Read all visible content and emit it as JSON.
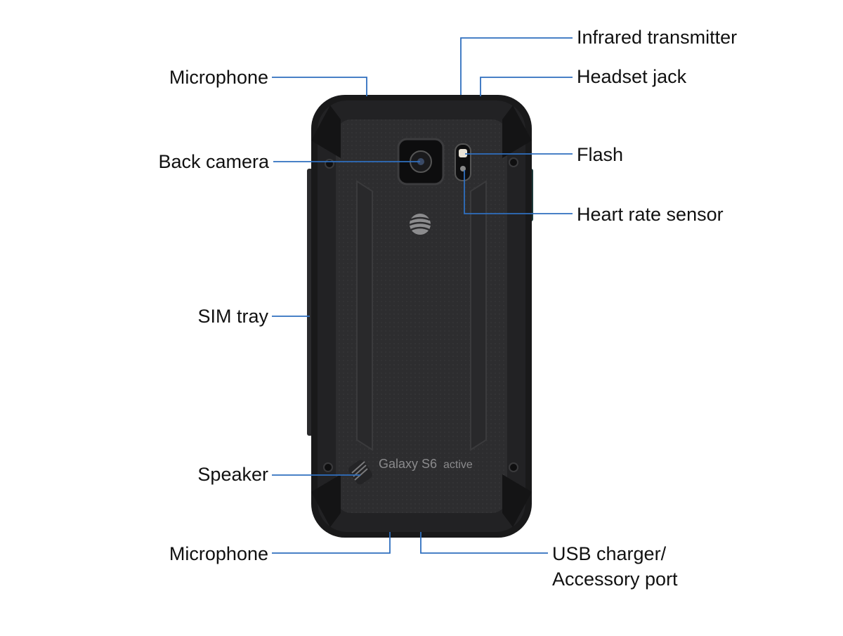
{
  "colors": {
    "leader_line": "#2f6fbf",
    "label_text": "#111111",
    "phone_frame": "#1b1b1c",
    "phone_back": "#2b2b2d",
    "brand_text": "#8a8a8c"
  },
  "phone": {
    "carrier_logo_icon": "att-globe-icon",
    "brand_text_1": "Galaxy S6",
    "brand_text_2": "active"
  },
  "labels": {
    "infrared": "Infrared transmitter",
    "microphone_top": "Microphone",
    "headset_jack": "Headset jack",
    "back_camera": "Back camera",
    "flash": "Flash",
    "heart_rate": "Heart rate sensor",
    "sim_tray": "SIM tray",
    "speaker": "Speaker",
    "microphone_bottom": "Microphone",
    "usb_line1": "USB charger/",
    "usb_line2": "Accessory port"
  }
}
